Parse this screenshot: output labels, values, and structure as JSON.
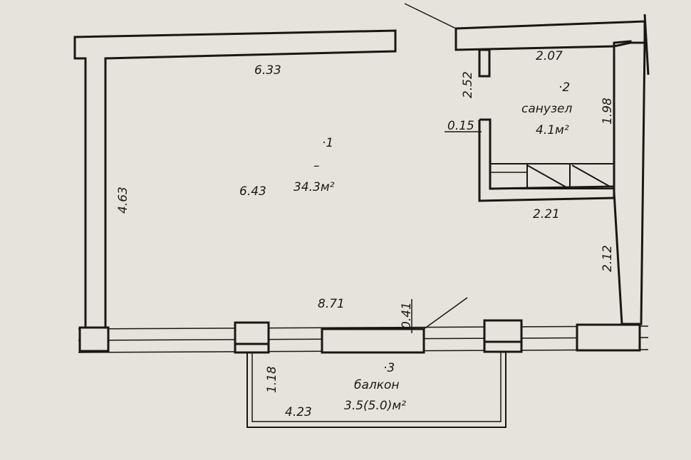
{
  "plan": {
    "room1": {
      "number": "·1",
      "dash": "–",
      "area": "34.3м²"
    },
    "room2": {
      "number": "·2",
      "name": "санузел",
      "area": "4.1м²"
    },
    "room3": {
      "number": "·3",
      "name": "балкон",
      "area": "3.5(5.0)м²"
    },
    "dimensions": {
      "top_wall": "6.33",
      "room1_width": "6.43",
      "left_wall": "4.63",
      "bottom_wall": "8.71",
      "window_depth": "0.41",
      "bath_height": "2.52",
      "bath_width": "2.07",
      "bath_right": "1.98",
      "partition": "0.15",
      "bath_bottom": "2.21",
      "right_lower": "2.12",
      "balcony_depth": "1.18",
      "balcony_width": "4.23"
    }
  }
}
